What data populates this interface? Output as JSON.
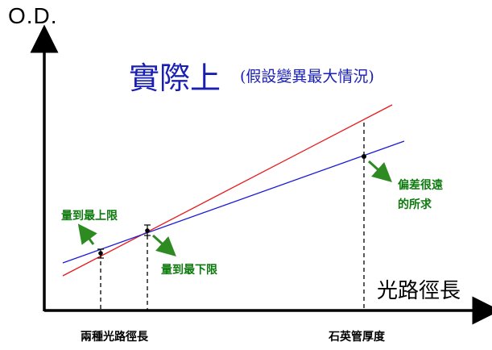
{
  "axes": {
    "y_label": "O.D.",
    "x_label": "光路徑長"
  },
  "title": {
    "main": "實際上",
    "subtitle": "(假設變異最大情況)"
  },
  "annotations": {
    "upper_limit": "量到最上限",
    "lower_limit": "量到最下限",
    "far_line1": "偏差很遠",
    "far_line2": "的所求"
  },
  "x_categories": {
    "two_path_lengths": "兩種光路徑長",
    "quartz_tube_thickness": "石英管厚度"
  },
  "colors": {
    "red_line": "#e8191c",
    "blue_line": "#1b1bd6",
    "title": "#1a1fb3",
    "annotation": "#0d7a0d",
    "arrow": "#2e8b22"
  }
}
